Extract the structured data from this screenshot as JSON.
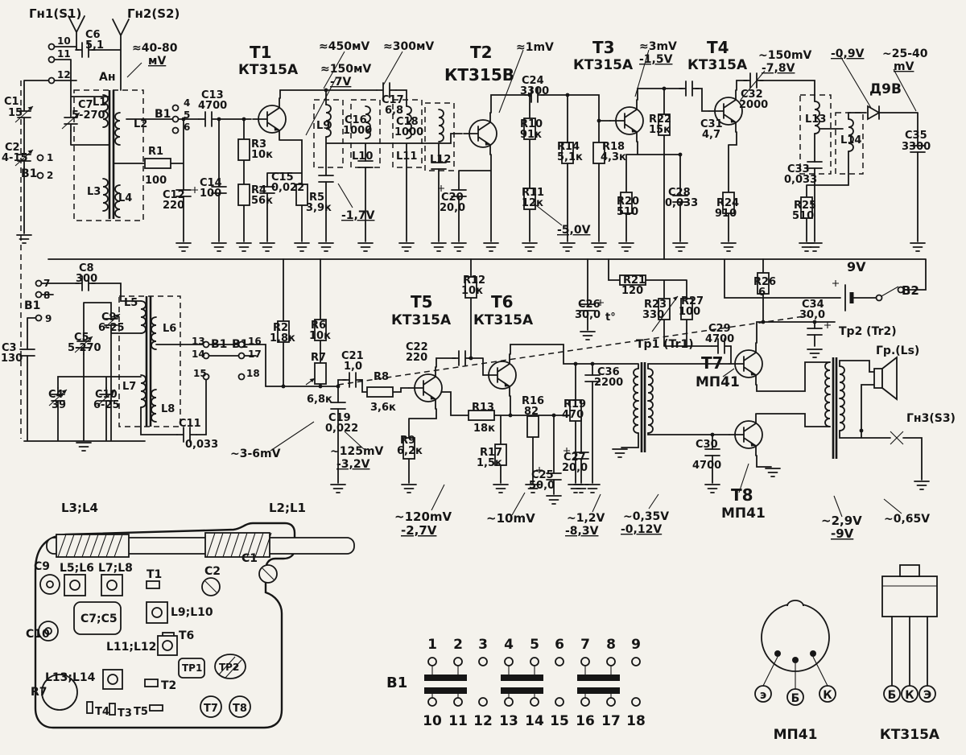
{
  "colors": {
    "ink": "#161616",
    "paper": "#f4f2ec"
  },
  "L": {
    "gn1": "Гн1(S1)",
    "gn2": "Гн2(S2)",
    "c6": "C6",
    "c6v": "5,1",
    "mv4080": "≈40-80",
    "mv4080u": "мV",
    "an": "Ан",
    "p10": "10",
    "p11": "11",
    "p12": "12",
    "c1": "C1",
    "c1v": "15",
    "c7": "C7",
    "c7v": "5-270",
    "l1": "L1",
    "b1a": "B1",
    "p4": "4",
    "p5": "5",
    "p6": "6",
    "c13": "C13",
    "c13v": "4700",
    "t1": "T1",
    "t1t": "КТ315А",
    "mv450": "≈450мV",
    "mv300": "≈300мV",
    "mv150": "≈150мV",
    "v7": "-7V",
    "l2": "L2",
    "c2": "C2",
    "c2v": "4-15",
    "b1b": "B1",
    "p1": "1",
    "p2": "2",
    "r1": "R1",
    "r1v": "100",
    "l3": "L3",
    "l4": "L4",
    "c12": "C12",
    "c12v": "220",
    "r3": "R3",
    "r3v": "10к",
    "c14": "C14",
    "c14v": "100",
    "r4": "R4",
    "r4v": "56к",
    "c15": "C15",
    "c15v": "0,022",
    "r5": "R5",
    "r5v": "3,9к",
    "v17": "-1,7V",
    "l9": "L9",
    "c16": "C16",
    "c16v": "1000",
    "c17": "C17",
    "c17v": "6,8",
    "c18": "C18",
    "c18v": "1000",
    "l10": "L10",
    "l11": "L11",
    "l12": "L12",
    "t2": "T2",
    "t2t": "КТ315В",
    "mv1": "≈1mV",
    "r10": "R10",
    "r10v": "91к",
    "r14": "R14",
    "r14v": "5,1к",
    "r18": "R18",
    "r18v": "4,3к",
    "r11": "R11",
    "r11v": "12к",
    "c20": "C20",
    "c20v": "20,0",
    "v50": "-5,0V",
    "t3": "T3",
    "t3t": "КТ315А",
    "mv3": "≈3mV",
    "v15": "-1,5V",
    "c24": "C24",
    "c24v": "3300",
    "r22": "R22",
    "r22v": "15к",
    "r20": "R20",
    "r20v": "510",
    "c28": "C28",
    "c28v": "0,033",
    "c31": "C31",
    "c31v": "4,7",
    "t4": "T4",
    "t4t": "КТ315А",
    "mv150b": "~150mV",
    "v78": "-7,8V",
    "v09": "-0,9V",
    "mv2540": "~25-40",
    "mv2540b": "mV",
    "c32": "C32",
    "c32v": "2000",
    "l13": "L13",
    "l14": "L14",
    "d9v": "Д9В",
    "c35": "C35",
    "c35v": "3300",
    "c33": "C33",
    "c33v": "0,033",
    "r24": "R24",
    "r24v": "910",
    "r25": "R25",
    "r25v": "510",
    "v9": "9V",
    "b2": "B2",
    "c8": "C8",
    "c8v": "300",
    "b1c": "B1",
    "p7": "7",
    "p8": "8",
    "p9": "9",
    "l5": "L5",
    "c9b": "C9",
    "c9bv": "6-25",
    "c5": "C5",
    "c5v": "5-270",
    "l6": "L6",
    "c3": "C3",
    "c3v": "130",
    "p13": "13",
    "p14": "14",
    "p15": "15",
    "b1d": "B1",
    "b1e": "B1",
    "p16": "16",
    "p17": "17",
    "p18": "18",
    "c4": "C4",
    "c4v": "39",
    "c10": "C10",
    "c10v": "6-25",
    "l7": "L7",
    "l8": "L8",
    "c11": "C11",
    "c11v": "0,033",
    "r2": "R2",
    "r2v": "1,8к",
    "r6": "R6",
    "r6v": "10к",
    "r7": "R7",
    "r7v": "6,8к",
    "c21": "C21",
    "c21v": "1,0",
    "c19": "C19",
    "c19v": "0,022",
    "r8": "R8",
    "r8v": "3,6к",
    "t5": "T5",
    "t5t": "КТ315А",
    "c22": "C22",
    "c22v": "220",
    "t6": "T6",
    "t6t": "КТ315А",
    "r13": "R13",
    "r13v": "18к",
    "r16": "R16",
    "r16v": "82",
    "r19": "R19",
    "r19v": "470",
    "c36": "C36",
    "c36v": "2200",
    "r9": "R9",
    "r9v": "6,2к",
    "r17": "R17",
    "r17v": "1,5к",
    "c25": "C25",
    "c25v": "50,0",
    "c27": "C27",
    "c27v": "20,0",
    "r12": "R12",
    "r12v": "10к",
    "c26": "C26",
    "c26v": "30,0",
    "t_deg": "t°",
    "r21": "R21",
    "r21v": "120",
    "r23": "R23",
    "r23v": "330",
    "r27": "R27",
    "r27v": "100",
    "c29": "C29",
    "c29v": "4700",
    "tr1": "Тр1 (Tr1)",
    "t7": "T7",
    "t7t": "МП41",
    "c30": "C30",
    "c30v": "4700",
    "t8": "T8",
    "t8t": "МП41",
    "r26": "R26",
    "r26v": "6",
    "c34": "C34",
    "c34v": "30,0",
    "tr2": "Тр2 (Tr2)",
    "gr": "Гр.(Ls)",
    "gn3": "Гн3(S3)",
    "mv36": "~3-6mV",
    "mv125": "~125mV",
    "v32": "-3,2V",
    "mv120": "~120mV",
    "v27": "-2,7V",
    "mv10": "~10mV",
    "v12": "~1,2V",
    "v83": "-8,3V",
    "v035": "~0,35V",
    "v012": "-0,12V",
    "v29": "~2,9V",
    "v9b": "-9V",
    "v065": "~0,65V"
  },
  "pcb": {
    "l34": "L3;L4",
    "l21": "L2;L1",
    "c9": "C9",
    "l56": "L5;L6",
    "l78": "L7;L8",
    "t1": "T1",
    "c2": "C2",
    "c1": "C1",
    "c75": "C7;C5",
    "l910": "L9;L10",
    "c10": "C10",
    "t6": "T6",
    "l1112": "L11;L12",
    "l1314": "L13;L14",
    "tp1": "ТР1",
    "tp2": "ТР2",
    "t2": "T2",
    "r7": "R7",
    "t4": "Т4",
    "t3": "Т3",
    "t5": "Т5",
    "t7": "Т7",
    "t8": "Т8"
  },
  "sw": {
    "b1": "B1",
    "n1": "1",
    "n2": "2",
    "n3": "3",
    "n4": "4",
    "n5": "5",
    "n6": "6",
    "n7": "7",
    "n8": "8",
    "n9": "9",
    "n10": "10",
    "n11": "11",
    "n12": "12",
    "n13": "13",
    "n14": "14",
    "n15": "15",
    "n16": "16",
    "n17": "17",
    "n18": "18"
  },
  "pin": {
    "e": "э",
    "b": "Б",
    "k": "К",
    "mp41": "МП41",
    "kb": "Б",
    "kk": "К",
    "ke": "Э",
    "kt315": "КТ315А"
  }
}
